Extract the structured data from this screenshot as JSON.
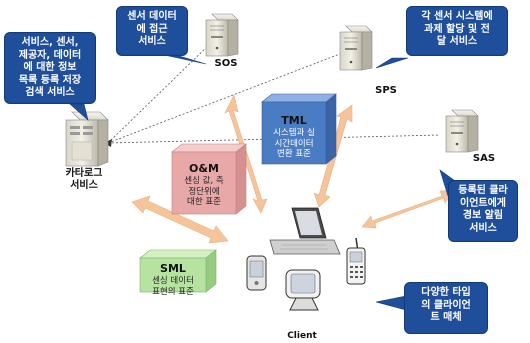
{
  "nodes": {
    "sos": "SOS",
    "sps": "SPS",
    "sas": "SAS",
    "catalog": "카타로그\n서비스",
    "client": "Client"
  },
  "callouts": {
    "sos": "센서 데이터\n에 접근\n서비스",
    "sps": "각 센서 시스템에\n과제 할당 및 전\n달 서비스",
    "catalog": "서비스, 센서,\n제공자, 데이터\n에 대한 정보\n목록 등록 저장\n검색 서비스",
    "sas": "등록된 클라\n이언트에게\n경보 알림\n서비스",
    "client": "다양한 타입\n의 클라이언\n트 매체"
  },
  "standards": {
    "tml": {
      "title": "TML",
      "desc": "시스템과 실\n시간데이터\n변환 표준"
    },
    "om": {
      "title": "O&M",
      "desc": "센싱 값, 측\n정단위에\n대한 표준"
    },
    "sml": {
      "title": "SML",
      "desc": "센싱 데이터\n표현의 표준"
    }
  },
  "colors": {
    "callout": "#1f4f9a",
    "tml": "#4a7cc4",
    "om": "#e8a8a8",
    "sml": "#b6e3a0",
    "arrow": "#f5c49a"
  }
}
